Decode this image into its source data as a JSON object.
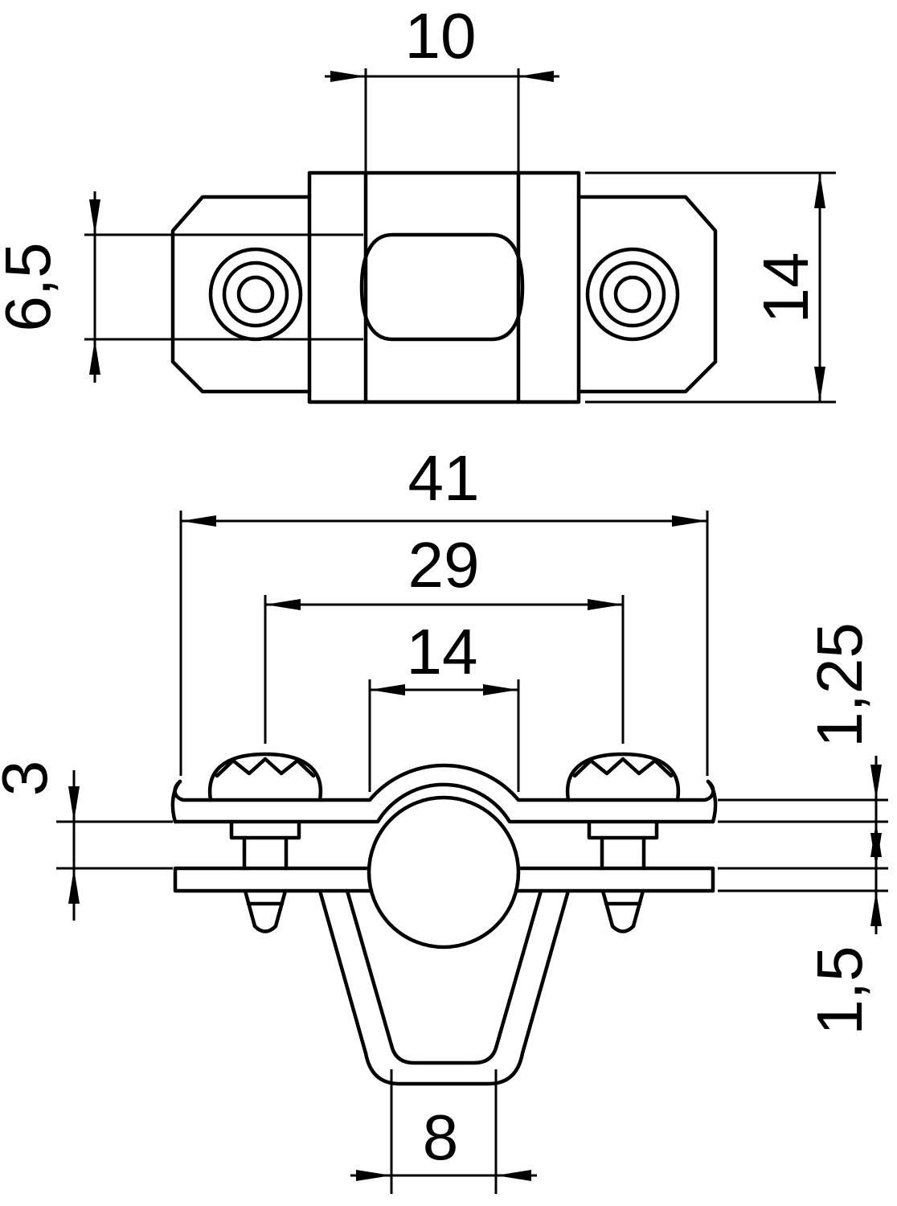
{
  "drawing": {
    "type": "technical-dimension-drawing",
    "views": [
      "top-view",
      "front-view"
    ],
    "top_view": {
      "slot_width": "10",
      "bore_height": "6,5",
      "overall_height": "14"
    },
    "front_view": {
      "overall_width": "41",
      "screw_spacing": "29",
      "clamp_width": "14",
      "plate_gap": "3",
      "upper_thickness": "1,25",
      "lower_thickness": "1,5",
      "strap_width": "8"
    },
    "colors": {
      "line": "#000000",
      "background": "#ffffff"
    }
  }
}
